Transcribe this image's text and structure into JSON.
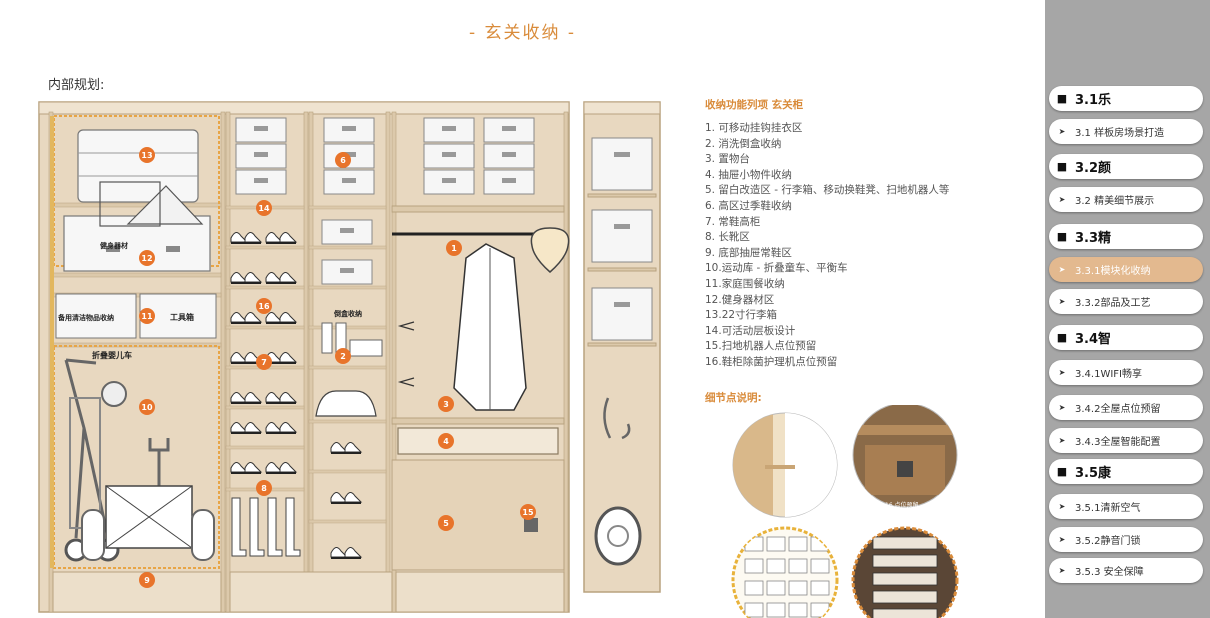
{
  "header": {
    "title": "- 玄关收纳 -",
    "subtitle": "内部规划:"
  },
  "legend": {
    "title": "收纳功能列项 玄关柜",
    "items": [
      "1. 可移动挂钩挂衣区",
      "2. 消洗倒盒收纳",
      "3. 置物台",
      "4. 抽屉小物件收纳",
      "5. 留白改造区 - 行李箱、移动换鞋凳、扫地机器人等",
      "6. 高区过季鞋收纳",
      "7. 常鞋高柜",
      "8. 长靴区",
      "9. 底部抽屉常鞋区",
      "10.运动库 - 折叠童车、平衡车",
      "11.家庭围餐收纳",
      "12.健身器材区",
      "13.22寸行李箱",
      "14.可活动层板设计",
      "15.扫地机器人点位预留",
      "16.鞋柜除菌护理机点位预留"
    ]
  },
  "details": {
    "title": "细节点说明:"
  },
  "drawing": {
    "markers": [
      "1",
      "2",
      "3",
      "4",
      "5",
      "6",
      "7",
      "8",
      "9",
      "10",
      "11",
      "12",
      "13",
      "14",
      "15",
      "16"
    ],
    "labels": {
      "stroller": "折叠婴儿车",
      "box": "健身器材",
      "misc": "备用清洁物品收纳",
      "tools": "工具箱",
      "cleaning": "倒盒收纳"
    },
    "marker_color": "#e8742b",
    "wood_color": "#e8d8c0"
  },
  "details_images": {
    "caption": "16.点位预留"
  },
  "sidebar": {
    "items": [
      {
        "label": "3.1乐",
        "type": "sec",
        "mark": "■",
        "active": false
      },
      {
        "label": "3.1 样板房场景打造",
        "type": "sub",
        "mark": "➤",
        "active": false
      },
      {
        "label": "3.2颜",
        "type": "sec",
        "mark": "■",
        "active": false
      },
      {
        "label": "3.2 精美细节展示",
        "type": "sub",
        "mark": "➤",
        "active": false
      },
      {
        "label": "3.3精",
        "type": "sec",
        "mark": "■",
        "active": false
      },
      {
        "label": "3.3.1模块化收纳",
        "type": "sub",
        "mark": "➤",
        "active": true
      },
      {
        "label": "3.3.2部品及工艺",
        "type": "sub",
        "mark": "➤",
        "active": false
      },
      {
        "label": "3.4智",
        "type": "sec",
        "mark": "■",
        "active": false
      },
      {
        "label": "3.4.1WIFI畅享",
        "type": "sub",
        "mark": "➤",
        "active": false
      },
      {
        "label": "3.4.2全屋点位预留",
        "type": "sub",
        "mark": "➤",
        "active": false
      },
      {
        "label": "3.4.3全屋智能配置",
        "type": "sub",
        "mark": "➤",
        "active": false
      },
      {
        "label": "3.5康",
        "type": "sec",
        "mark": "■",
        "active": false
      },
      {
        "label": "3.5.1清新空气",
        "type": "sub",
        "mark": "➤",
        "active": false
      },
      {
        "label": "3.5.2静音门锁",
        "type": "sub",
        "mark": "➤",
        "active": false
      },
      {
        "label": "3.5.3 安全保障",
        "type": "sub",
        "mark": "➤",
        "active": false
      }
    ]
  }
}
